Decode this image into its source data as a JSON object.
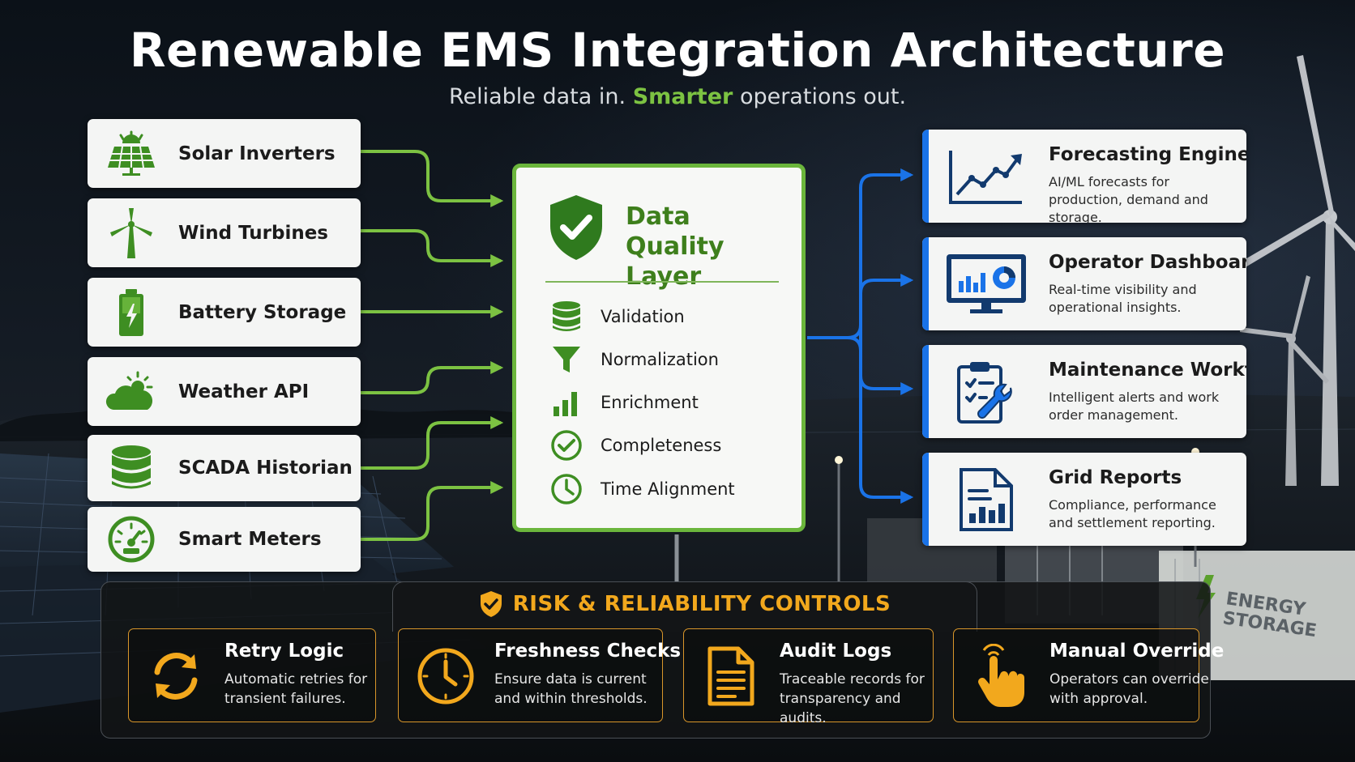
{
  "header": {
    "title": "Renewable EMS Integration Architecture",
    "subtitle_pre": "Reliable data in.",
    "subtitle_hl": "Smarter",
    "subtitle_post": "operations out."
  },
  "colors": {
    "source_arrows": "#7cc242",
    "output_arrows": "#1a73e8",
    "quality_green": "#3e7f1c",
    "risk_accent": "#f2a81d"
  },
  "sources": [
    {
      "label": "Solar Inverters",
      "icon": "solar-panel-icon"
    },
    {
      "label": "Wind Turbines",
      "icon": "wind-turbine-icon"
    },
    {
      "label": "Battery Storage",
      "icon": "battery-icon"
    },
    {
      "label": "Weather API",
      "icon": "weather-icon"
    },
    {
      "label": "SCADA Historian",
      "icon": "database-icon"
    },
    {
      "label": "Smart Meters",
      "icon": "meter-gauge-icon"
    }
  ],
  "quality": {
    "title": "Data Quality Layer",
    "title_line1": "Data Quality",
    "title_line2": "Layer",
    "items": [
      {
        "label": "Validation",
        "icon": "database-icon"
      },
      {
        "label": "Normalization",
        "icon": "filter-icon"
      },
      {
        "label": "Enrichment",
        "icon": "bar-chart-icon"
      },
      {
        "label": "Completeness",
        "icon": "check-circle-icon"
      },
      {
        "label": "Time Alignment",
        "icon": "clock-icon"
      }
    ]
  },
  "outputs": [
    {
      "title": "Forecasting Engine",
      "desc": "AI/ML forecasts for production, demand and storage.",
      "icon": "trend-chart-icon"
    },
    {
      "title": "Operator Dashboard",
      "desc": "Real-time visibility and operational insights.",
      "icon": "monitor-dashboard-icon"
    },
    {
      "title": "Maintenance Workflow",
      "desc": "Intelligent alerts and work order management.",
      "icon": "clipboard-wrench-icon"
    },
    {
      "title": "Grid Reports",
      "desc": "Compliance, performance and settlement reporting.",
      "icon": "report-document-icon"
    }
  ],
  "risk": {
    "title": "RISK & RELIABILITY CONTROLS",
    "controls": [
      {
        "title": "Retry Logic",
        "desc": "Automatic retries for transient failures.",
        "icon": "retry-arrows-icon"
      },
      {
        "title": "Freshness Checks",
        "desc": "Ensure data is current and within thresholds.",
        "icon": "clock-icon"
      },
      {
        "title": "Audit Logs",
        "desc": "Traceable records for transparency and audits.",
        "icon": "document-icon"
      },
      {
        "title": "Manual Override",
        "desc": "Operators can override with approval.",
        "icon": "hand-pointer-icon"
      }
    ]
  },
  "background": {
    "storage_label_1": "ENERGY",
    "storage_label_2": "STORAGE"
  }
}
